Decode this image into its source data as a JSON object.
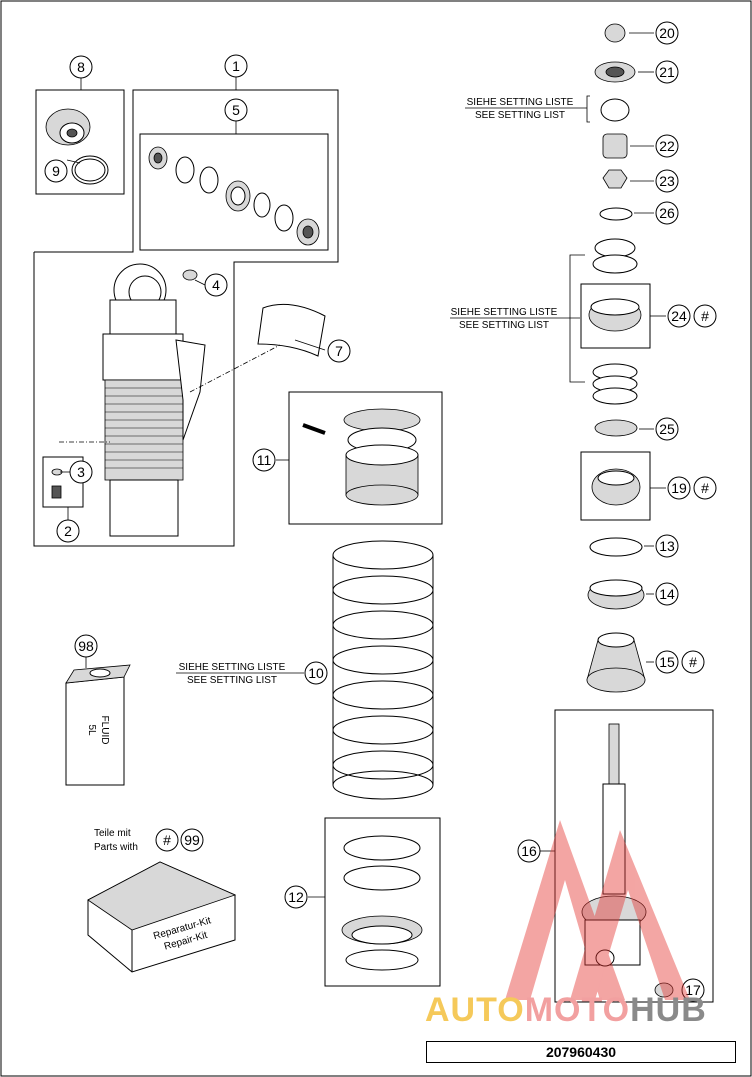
{
  "callouts": {
    "c1": "1",
    "c2": "2",
    "c3": "3",
    "c4": "4",
    "c5": "5",
    "c7": "7",
    "c8": "8",
    "c9": "9",
    "c10": "10",
    "c11": "11",
    "c12": "12",
    "c13": "13",
    "c14": "14",
    "c15": "15",
    "c16": "16",
    "c17": "17",
    "c19": "19",
    "c20": "20",
    "c21": "21",
    "c22": "22",
    "c23": "23",
    "c24": "24",
    "c25": "25",
    "c26": "26",
    "c98": "98",
    "c99": "99"
  },
  "hash": "#",
  "setting_note": {
    "de": "SIEHE SETTING LISTE",
    "en": "SEE SETTING LIST"
  },
  "parts_with": {
    "de": "Teile mit",
    "en": "Parts with"
  },
  "fluid_can": {
    "line1": "FLUID",
    "line2": "5L"
  },
  "repair_kit": {
    "line1": "Reparatur-Kit",
    "line2": "Repair-Kit"
  },
  "watermark": {
    "part1": "AUTO",
    "part2": "MOTO",
    "part3": "HUB",
    "colors": [
      "#f5c95a",
      "#f2a0a0",
      "#8a8a8a"
    ]
  },
  "drawing_number": "207960430"
}
